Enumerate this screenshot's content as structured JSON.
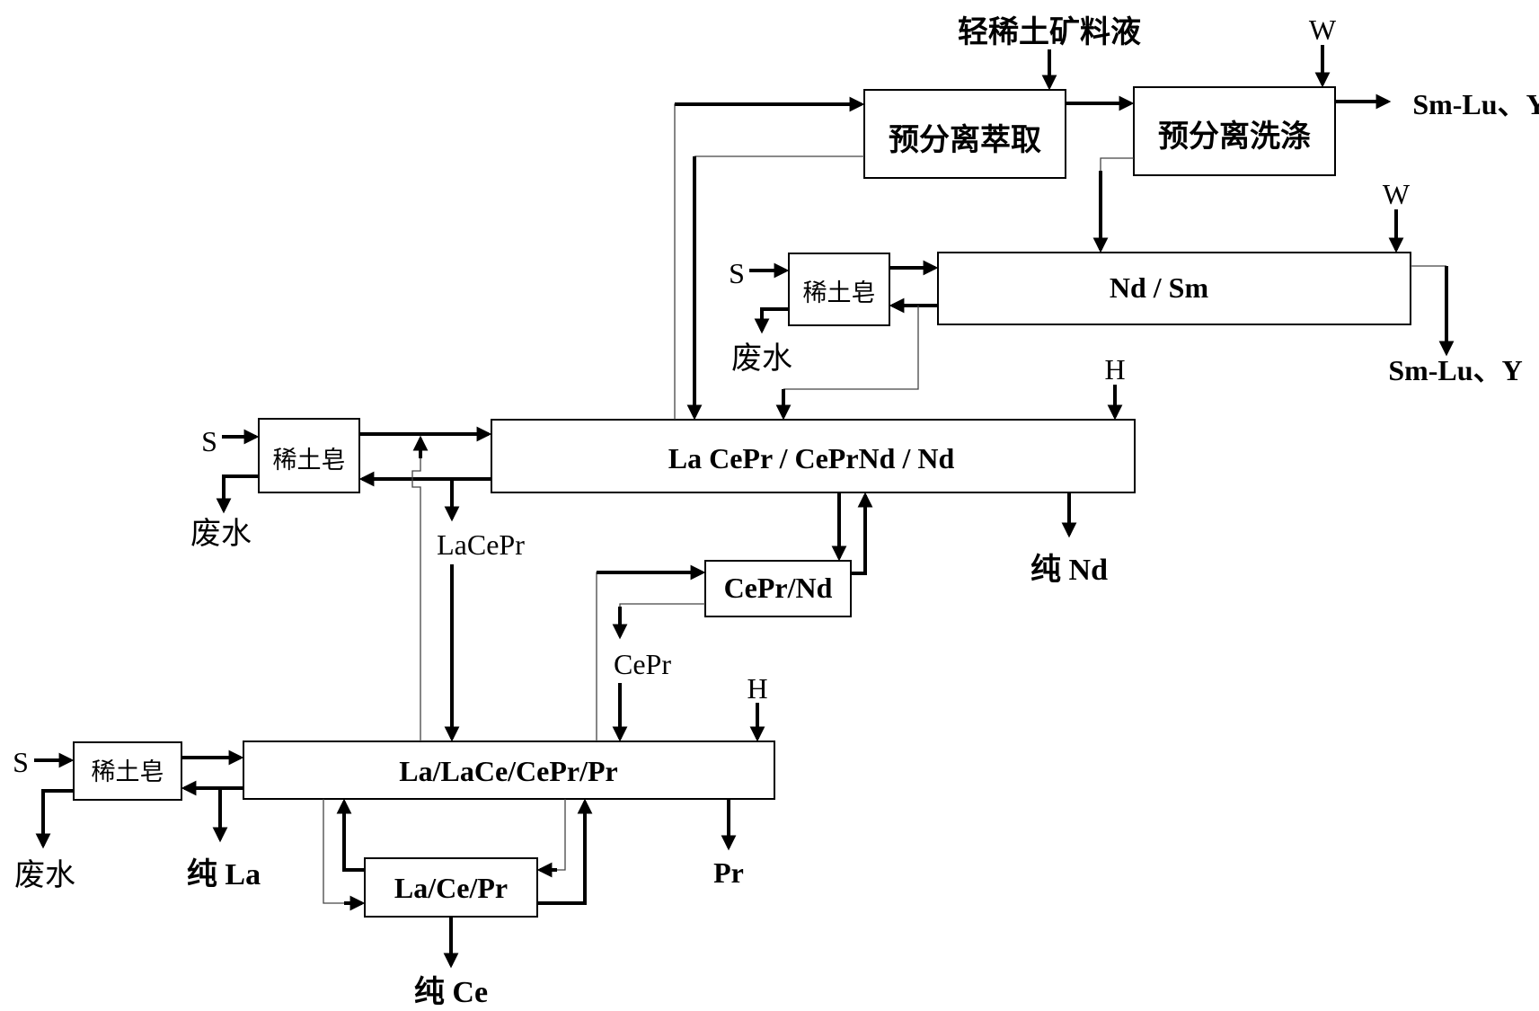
{
  "inputs": {
    "feed": "轻稀土矿料液",
    "w1": "W",
    "w2": "W",
    "h1": "H",
    "h2": "H",
    "s1": "S",
    "s2": "S",
    "s3": "S"
  },
  "boxes": {
    "pre_extract": "预分离萃取",
    "pre_wash": "预分离洗涤",
    "nd_sm": "Nd / Sm",
    "main": "La CePr / CePrNd / Nd",
    "cepr_nd": "CePr/Nd",
    "la_lace": "La/LaCe/CePr/Pr",
    "la_ce_pr": "La/Ce/Pr",
    "soap1": "稀土皂",
    "soap2": "稀土皂",
    "soap3": "稀土皂"
  },
  "outputs": {
    "smluy1": "Sm-Lu、Y",
    "smluy2": "Sm-Lu、Y",
    "waste1": "废水",
    "waste2": "废水",
    "waste3": "废水",
    "pure_nd": "纯 Nd",
    "pure_la": "纯 La",
    "pure_ce": "纯 Ce",
    "pr": "Pr",
    "lacepr": "LaCePr",
    "cepr": "CePr"
  }
}
